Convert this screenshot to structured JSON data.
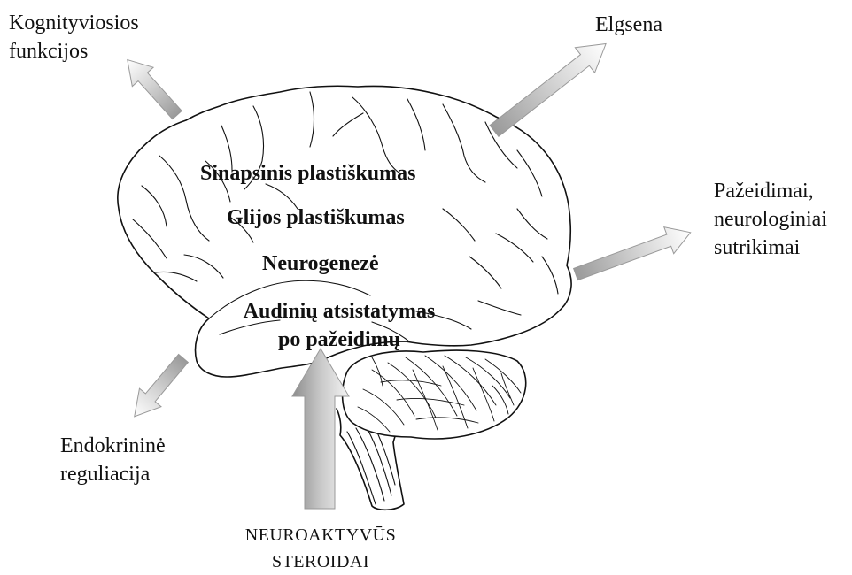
{
  "center_labels": {
    "synaptic": "Sinapsinis plastiškumas",
    "glial": "Glijos plastiškumas",
    "neurogenesis": "Neurogenezė",
    "repair_line1": "Audinių atsistatymas",
    "repair_line2": "po pažeidimų"
  },
  "outcomes": {
    "cognitive": [
      "Kognityviosios",
      "funkcijos"
    ],
    "behavior": [
      "Elgsena"
    ],
    "damage": [
      "Pažeidimai,",
      "neurologiniai",
      "sutrikimai"
    ],
    "endocrine": [
      "Endokrininė",
      "reguliacija"
    ]
  },
  "source": [
    "NEUROAKTYVŪS",
    "STEROIDAI"
  ]
}
